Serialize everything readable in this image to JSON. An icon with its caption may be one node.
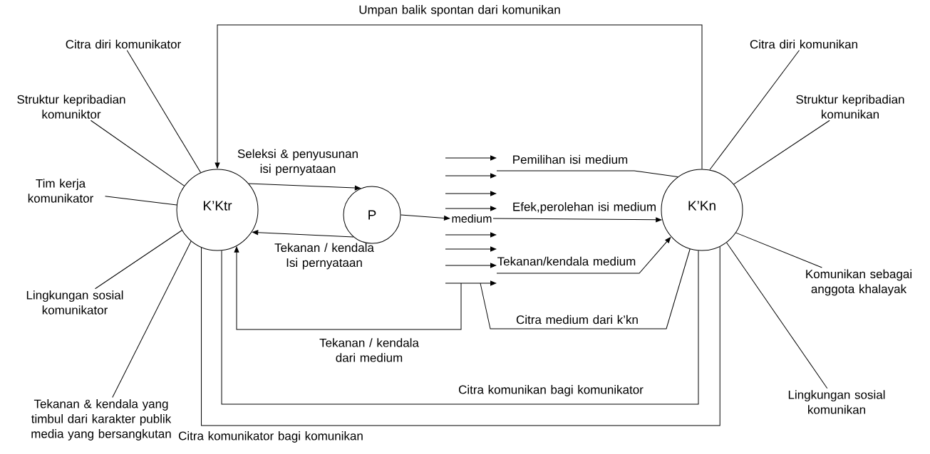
{
  "diagram": {
    "nodes": [
      {
        "text": [
          "K’Ktr"
        ]
      },
      {
        "text": [
          "P"
        ]
      },
      {
        "text": [
          "medium"
        ]
      },
      {
        "text": [
          "K’Kn"
        ]
      },
      {
        "text": [
          "Citra diri komunikator"
        ]
      },
      {
        "text": [
          "Struktur kepribadian komuniktor"
        ]
      },
      {
        "text": [
          "Tim kerja komunikator"
        ]
      },
      {
        "text": [
          "Lingkungan sosial komunikator"
        ]
      },
      {
        "text": [
          "Tekanan & kendala yang timbul dari karakter publik media yang bersangkutan"
        ]
      },
      {
        "text": [
          "Citra diri komunikan"
        ]
      },
      {
        "text": [
          "Struktur kepribadian komunikan"
        ]
      },
      {
        "text": [
          "Komunikan sebagai anggota khalayak"
        ]
      },
      {
        "text": [
          "Lingkungan sosial komunikan"
        ]
      }
    ],
    "edges": [
      {
        "from": 3,
        "to": 0,
        "arrow": "to",
        "label": "Umpan balik spontan dari komunikan"
      },
      {
        "from": 0,
        "to": 1,
        "arrow": "to",
        "label": "Seleksi & penyusunan isi pernyataan"
      },
      {
        "from": 1,
        "to": 0,
        "arrow": "to",
        "label": "Tekanan / kendala Isi pernyataan"
      },
      {
        "from": 1,
        "to": 2,
        "arrow": "to"
      },
      {
        "from": 2,
        "to": 3,
        "arrow": "to",
        "label": "Efek,perolehan isi medium"
      },
      {
        "from": null,
        "to": 3,
        "arrow": "none",
        "label": "Pemilihan isi medium"
      },
      {
        "from": null,
        "to": 3,
        "arrow": "to",
        "label": "Tekanan/kendala medium"
      },
      {
        "from": 3,
        "to": null,
        "arrow": "none",
        "label": "Citra medium dari k’kn"
      },
      {
        "from": null,
        "to": 0,
        "arrow": "to",
        "label": "Tekanan / kendala dari medium"
      },
      {
        "from": 3,
        "to": 0,
        "arrow": "none",
        "label": "Citra komunikan bagi komunikator"
      },
      {
        "from": 0,
        "to": 3,
        "arrow": "none",
        "label": "Citra komunikator bagi komunikan"
      },
      {
        "from": 4,
        "to": 0,
        "arrow": "none"
      },
      {
        "from": 5,
        "to": 0,
        "arrow": "none"
      },
      {
        "from": 6,
        "to": 0,
        "arrow": "none"
      },
      {
        "from": 7,
        "to": 0,
        "arrow": "none"
      },
      {
        "from": 8,
        "to": 0,
        "arrow": "none"
      },
      {
        "from": 9,
        "to": 3,
        "arrow": "none"
      },
      {
        "from": 10,
        "to": 3,
        "arrow": "none"
      },
      {
        "from": 11,
        "to": 3,
        "arrow": "none"
      },
      {
        "from": 12,
        "to": 3,
        "arrow": "none"
      }
    ]
  }
}
